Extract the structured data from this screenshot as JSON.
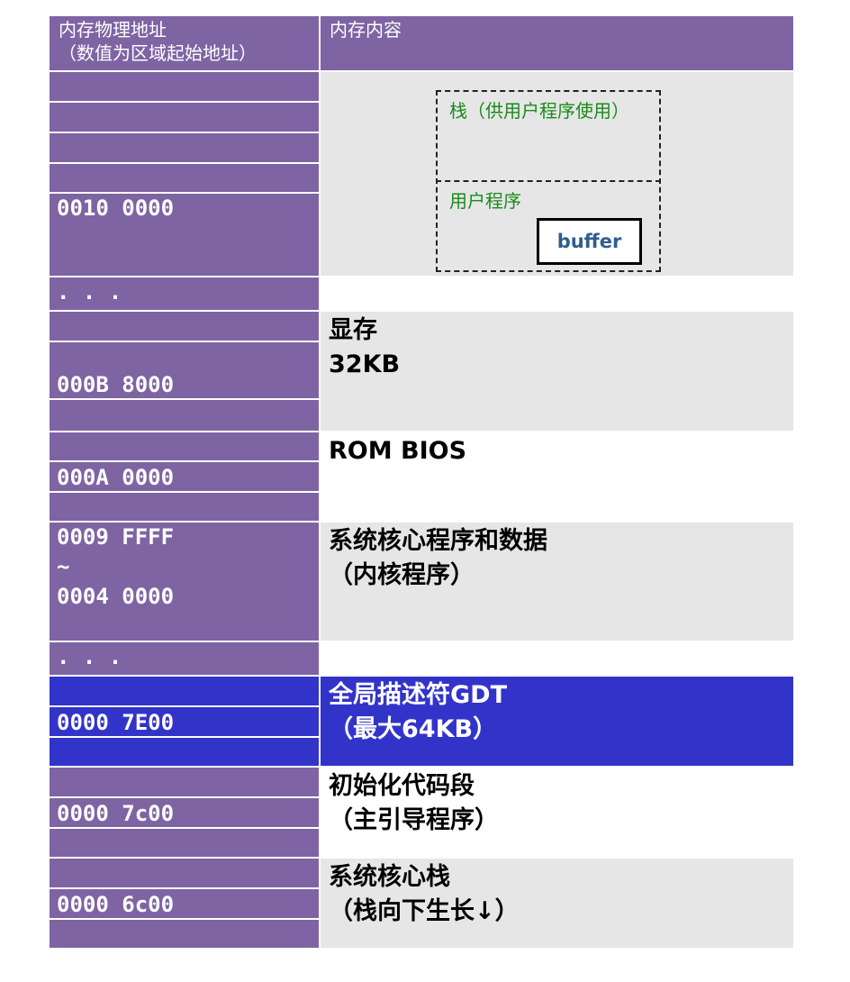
{
  "header": {
    "address_col": "内存物理地址\n（数值为区域起始地址）",
    "content_col": "内存内容"
  },
  "rows": {
    "user_area": {
      "address": "0010 0000",
      "stack_label": "栈（供用户程序使用）",
      "program_label": "用户程序",
      "buffer_label": "buffer"
    },
    "gap1": {
      "address": ". . ."
    },
    "video": {
      "address": "000B 8000",
      "content": "显存\n32KB"
    },
    "rom": {
      "address": "000A 0000",
      "content": "ROM BIOS"
    },
    "kernel": {
      "address": "0009 FFFF\n~\n0004 0000",
      "content": "系统核心程序和数据\n（内核程序）"
    },
    "gap2": {
      "address": ". . ."
    },
    "gdt": {
      "address": "0000 7E00",
      "content": "全局描述符GDT\n（最大64KB）"
    },
    "init": {
      "address": "0000 7c00",
      "content": "初始化代码段\n（主引导程序）"
    },
    "stack": {
      "address": "0000 6c00",
      "content": "系统核心栈\n（栈向下生长↓）"
    }
  },
  "colors": {
    "purple": "#7e64a3",
    "blue": "#3234c9",
    "gray": "#e6e6e6",
    "green_text": "#1a8a1a",
    "buffer_text": "#2e5e8f"
  }
}
